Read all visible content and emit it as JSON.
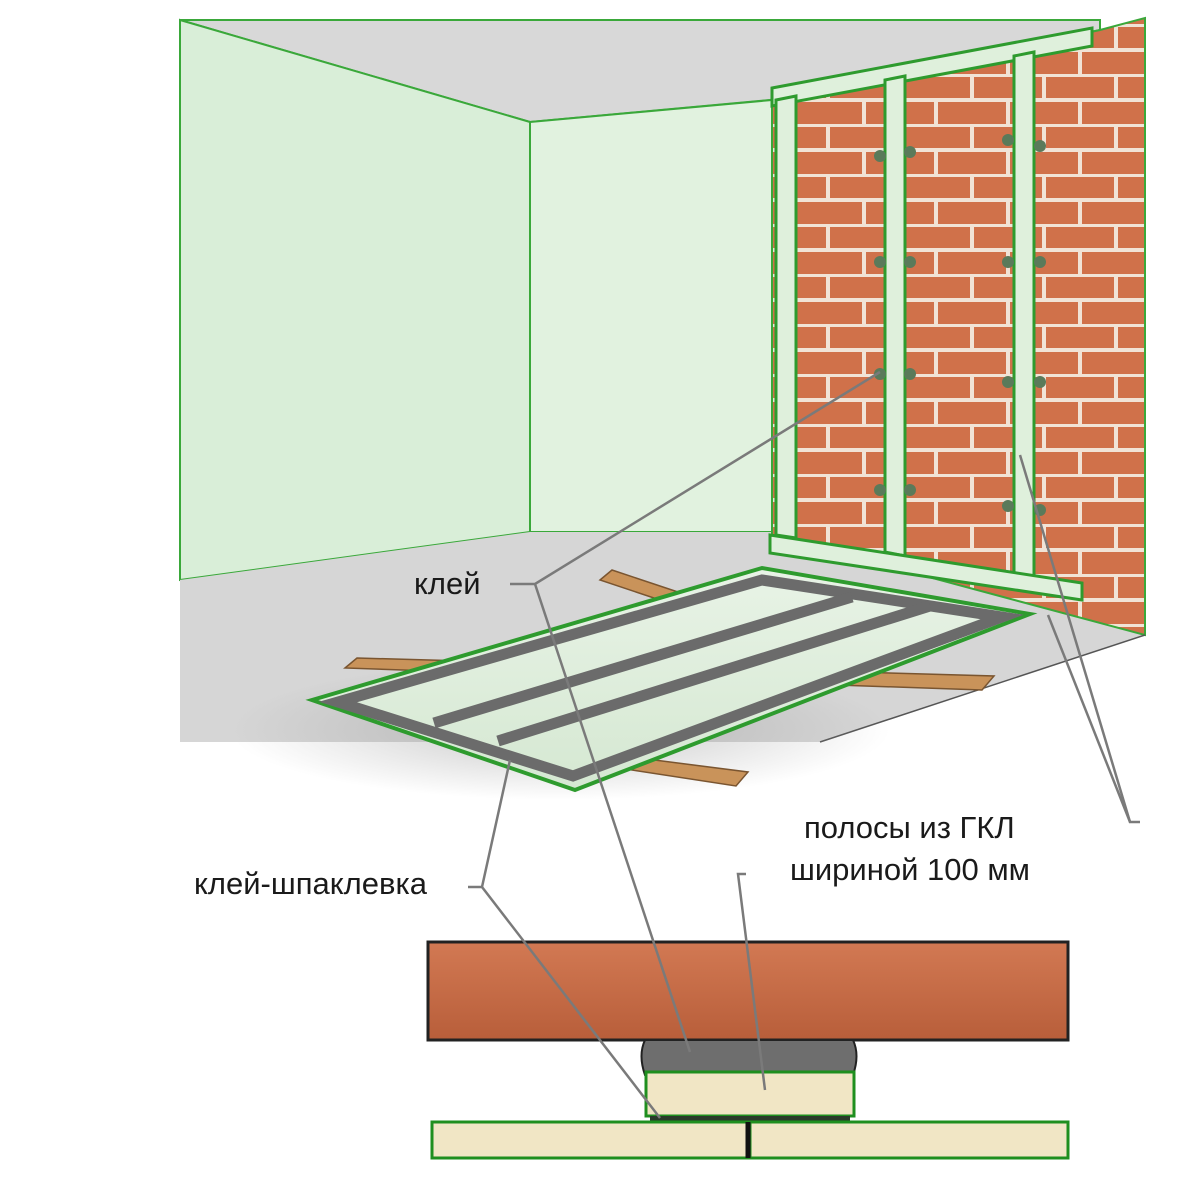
{
  "labels": {
    "glue": "клей",
    "glue_putty": "клей-шпаклевка",
    "strips_line1": "полосы из ГКЛ",
    "strips_line2": "шириной 100 мм"
  },
  "colors": {
    "wall_green": "#dcefdc",
    "wall_edge": "#3aa83a",
    "brick": "#d0714a",
    "mortar": "#f1e3d6",
    "ceiling_grey": "#dcdcdc",
    "floor_grey": "#d6d6d6",
    "glue_grey": "#6b6b6b",
    "batten_wood": "#c9935a",
    "section_brick": "#c8704a",
    "gypsum_cream": "#f1e6c5"
  }
}
